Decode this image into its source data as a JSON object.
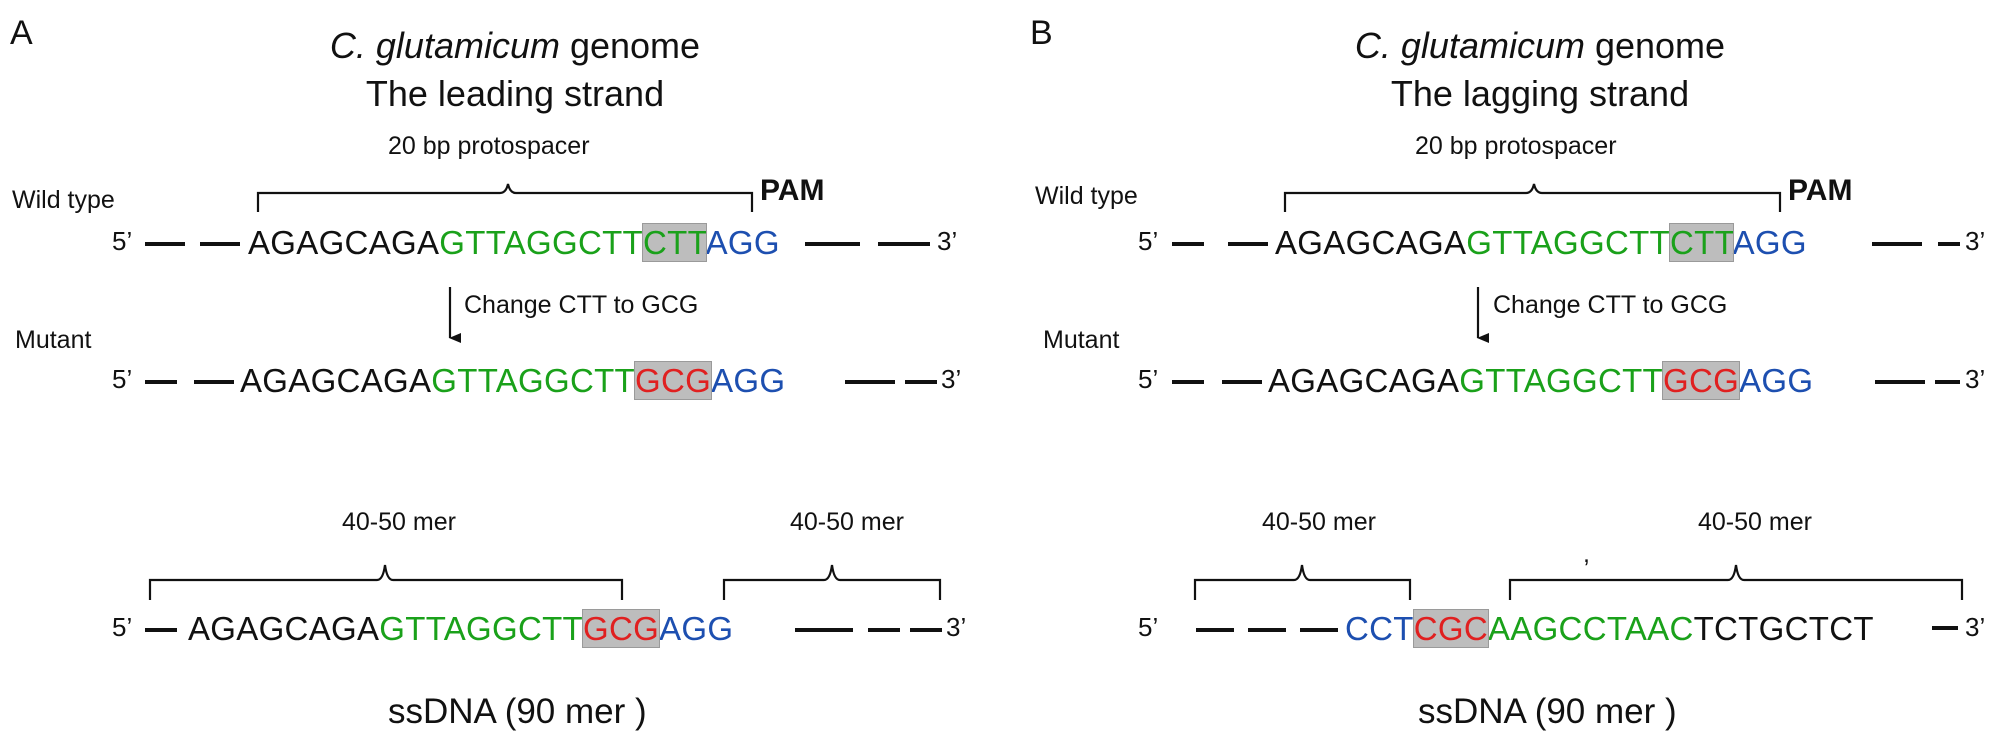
{
  "panel_a": {
    "letter": "A",
    "title_species": "C. glutamicum",
    "title_genome": " genome",
    "title_strand": "The leading strand",
    "protospacer_label": "20 bp protospacer",
    "pam_label": "PAM",
    "wild_type_label": "Wild type",
    "mutant_label": "Mutant",
    "five_prime": "5’",
    "three_prime": "3’",
    "change_label": "Change CTT to GCG",
    "wt_seq": [
      {
        "text": "AGAGCAGA",
        "color": "#111111"
      },
      {
        "text": "GTTAGGCTT",
        "color": "#1aa11a"
      },
      {
        "text": "CTT",
        "color": "#1aa11a",
        "highlight": true
      },
      {
        "text": "AGG",
        "color": "#1d4fb0"
      }
    ],
    "mut_seq": [
      {
        "text": "AGAGCAGA",
        "color": "#111111"
      },
      {
        "text": "GTTAGGCTT",
        "color": "#1aa11a"
      },
      {
        "text": "GCG",
        "color": "#e02020",
        "highlight": true
      },
      {
        "text": "AGG",
        "color": "#1d4fb0"
      }
    ],
    "mer_left_label": "40-50 mer",
    "mer_right_label": "40-50 mer",
    "ss_seq": [
      {
        "text": "AGAGCAGA",
        "color": "#111111"
      },
      {
        "text": "GTTAGGCTT",
        "color": "#1aa11a"
      },
      {
        "text": "GCG",
        "color": "#e02020",
        "highlight": true
      },
      {
        "text": "AGG",
        "color": "#1d4fb0"
      }
    ],
    "ssdna_label": "ssDNA (90 mer )"
  },
  "panel_b": {
    "letter": "B",
    "title_species": "C. glutamicum",
    "title_genome": " genome",
    "title_strand": "The lagging strand",
    "protospacer_label": "20 bp protospacer",
    "pam_label": "PAM",
    "wild_type_label": "Wild type",
    "mutant_label": "Mutant",
    "five_prime": "5’",
    "three_prime": "3’",
    "change_label": "Change CTT to GCG",
    "wt_seq": [
      {
        "text": "AGAGCAGA",
        "color": "#111111"
      },
      {
        "text": "GTTAGGCTT",
        "color": "#1aa11a"
      },
      {
        "text": "CTT",
        "color": "#1aa11a",
        "highlight": true
      },
      {
        "text": "AGG",
        "color": "#1d4fb0"
      }
    ],
    "mut_seq": [
      {
        "text": "AGAGCAGA",
        "color": "#111111"
      },
      {
        "text": "GTTAGGCTT",
        "color": "#1aa11a"
      },
      {
        "text": "GCG",
        "color": "#e02020",
        "highlight": true
      },
      {
        "text": "AGG",
        "color": "#1d4fb0"
      }
    ],
    "mer_left_label": "40-50 mer",
    "mer_right_label": "40-50 mer",
    "stray_mark": ",",
    "ss_seq": [
      {
        "text": "CCT",
        "color": "#1d4fb0"
      },
      {
        "text": "CGC",
        "color": "#e02020",
        "highlight": true
      },
      {
        "text": "AAGCCTAAC",
        "color": "#1aa11a"
      },
      {
        "text": "TCTGCTCT",
        "color": "#111111"
      }
    ],
    "ssdna_label": "ssDNA (90 mer )"
  }
}
